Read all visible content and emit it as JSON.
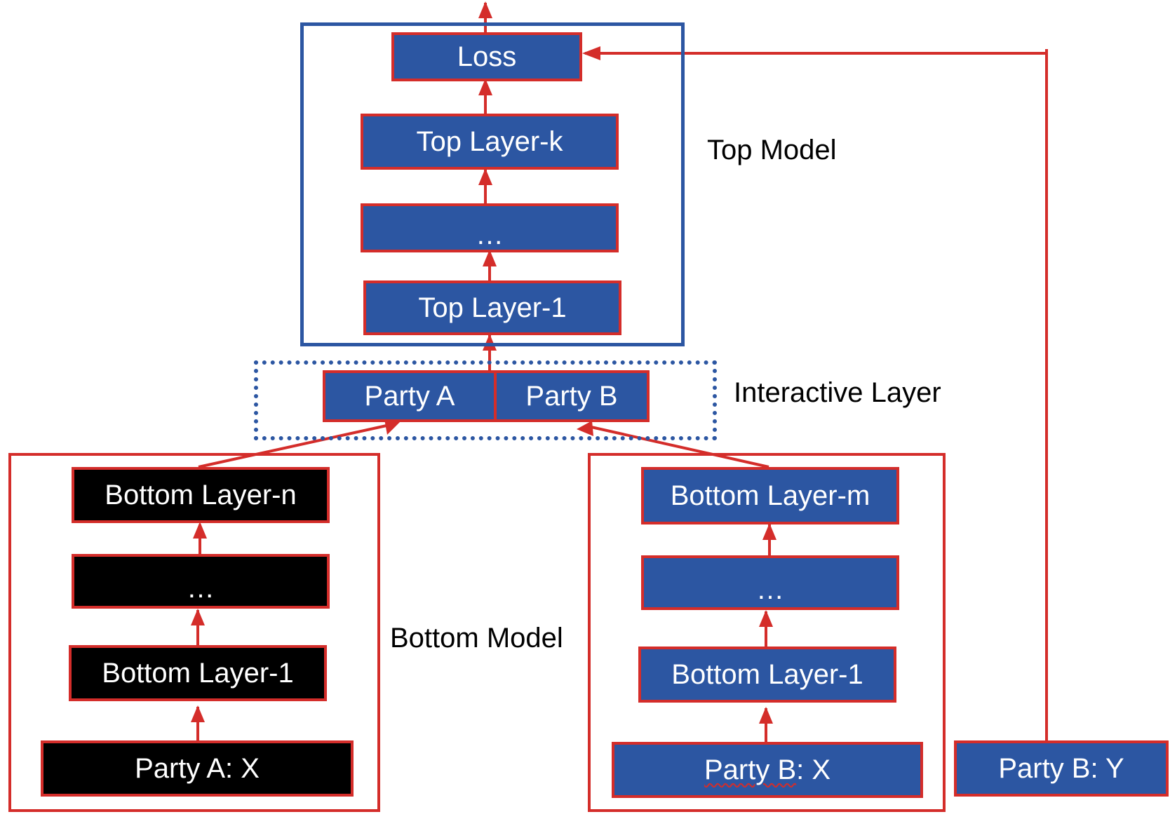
{
  "colors": {
    "layer_fill_blue": "#2c56a2",
    "layer_fill_black": "#000000",
    "layer_border_red": "#d42d2a",
    "top_model_frame_blue": "#2c56a2",
    "bottom_model_frame_red": "#d42d2a",
    "arrow_red": "#d42d2a"
  },
  "top_model": {
    "label": "Top Model",
    "loss": "Loss",
    "layer_k": "Top Layer-k",
    "ellipsis": "…",
    "layer_1": "Top Layer-1"
  },
  "interactive_layer": {
    "label": "Interactive Layer",
    "party_a": "Party A",
    "party_b": "Party B"
  },
  "bottom_model": {
    "label": "Bottom Model",
    "party_a": {
      "layer_n": "Bottom Layer-n",
      "ellipsis": "…",
      "layer_1": "Bottom Layer-1",
      "input": "Party A: X"
    },
    "party_b": {
      "layer_m": "Bottom Layer-m",
      "ellipsis": "…",
      "layer_1": "Bottom Layer-1",
      "input_party": "Party B",
      "input_rest": ": X"
    }
  },
  "labels_input": {
    "party_b_y": "Party B: Y"
  }
}
